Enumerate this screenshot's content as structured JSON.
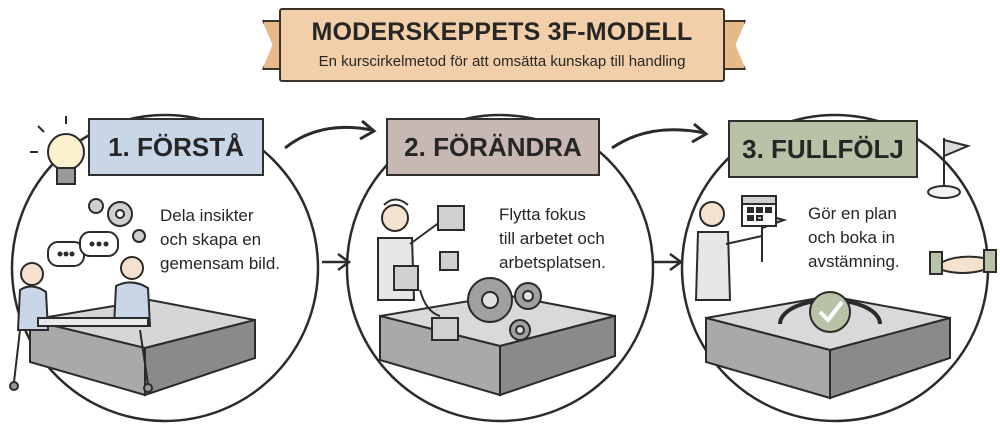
{
  "banner": {
    "title": "MODERSKEPPETS 3F-MODELL",
    "subtitle": "En kurscirkelmetod för att omsätta kunskap till handling"
  },
  "steps": [
    {
      "label": "1. FÖRSTÅ",
      "description": "Dela insikter\noch skapa en\ngemensam bild.",
      "color": "#c9d6e8"
    },
    {
      "label": "2. FÖRÄNDRA",
      "description": "Flytta fokus\ntill arbetet och\narbetsplatsen.",
      "color": "#c7b8b4"
    },
    {
      "label": "3. FULLFÖLJ",
      "description": "Gör en plan\noch boka in\navstämning.",
      "color": "#b8c2a6"
    }
  ],
  "icons": [
    "lightbulb-icon",
    "gears-icon",
    "speech-bubbles-icon",
    "puzzle-icon",
    "calendar-icon",
    "flag-icon",
    "checkmark-icon",
    "handshake-icon"
  ]
}
